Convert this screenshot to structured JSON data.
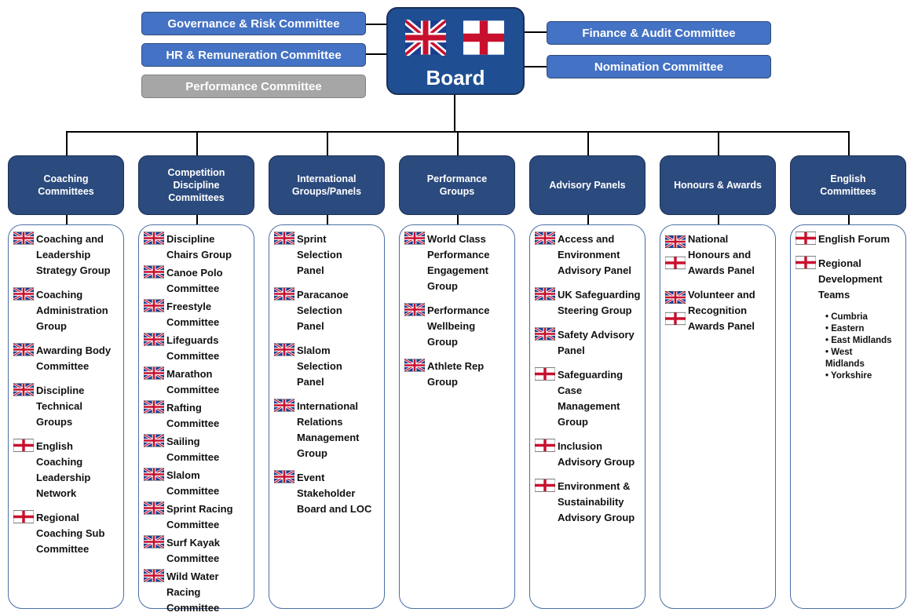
{
  "board": {
    "label": "Board"
  },
  "committees_left": [
    {
      "label": "Governance & Risk Committee",
      "style": "blue"
    },
    {
      "label": "HR & Remuneration Committee",
      "style": "blue"
    },
    {
      "label": "Performance Committee",
      "style": "grey"
    }
  ],
  "committees_right": [
    {
      "label": "Finance & Audit Committee",
      "style": "blue"
    },
    {
      "label": "Nomination Committee",
      "style": "blue"
    }
  ],
  "colors": {
    "pill_blue": "#4472c4",
    "pill_grey": "#a6a6a6",
    "board": "#1f4e93",
    "category": "#2b4a7e",
    "column_border": "#4a6fa5"
  },
  "columns": [
    {
      "title": "Coaching\nCommittees",
      "items": [
        {
          "flag": "uk",
          "text": "Coaching and\nLeadership\nStrategy Group"
        },
        {
          "flag": "uk",
          "text": "Coaching\nAdministration\nGroup"
        },
        {
          "flag": "uk",
          "text": "Awarding Body\nCommittee"
        },
        {
          "flag": "uk",
          "text": "Discipline\nTechnical\nGroups"
        },
        {
          "flag": "england",
          "text": "English\nCoaching\nLeadership\nNetwork"
        },
        {
          "flag": "england",
          "text": "Regional\nCoaching Sub\nCommittee"
        }
      ]
    },
    {
      "title": "Competition\nDiscipline\nCommittees",
      "items": [
        {
          "flag": "uk",
          "text": "Discipline\nChairs Group"
        },
        {
          "flag": "uk",
          "text": "Canoe Polo\nCommittee"
        },
        {
          "flag": "uk",
          "text": "Freestyle\nCommittee"
        },
        {
          "flag": "uk",
          "text": "Lifeguards\nCommittee"
        },
        {
          "flag": "uk",
          "text": "Marathon\nCommittee"
        },
        {
          "flag": "uk",
          "text": "Rafting\nCommittee"
        },
        {
          "flag": "uk",
          "text": "Sailing\nCommittee"
        },
        {
          "flag": "uk",
          "text": "Slalom\nCommittee"
        },
        {
          "flag": "uk",
          "text": "Sprint Racing\nCommittee"
        },
        {
          "flag": "uk",
          "text": "Surf Kayak\nCommittee"
        },
        {
          "flag": "uk",
          "text": "Wild Water\nRacing\nCommittee"
        }
      ]
    },
    {
      "title": "International\nGroups/Panels",
      "items": [
        {
          "flag": "uk",
          "text": "Sprint\nSelection\nPanel"
        },
        {
          "flag": "uk",
          "text": "Paracanoe\nSelection\nPanel"
        },
        {
          "flag": "uk",
          "text": "Slalom\nSelection\nPanel"
        },
        {
          "flag": "uk",
          "text": "International\nRelations\nManagement\nGroup"
        },
        {
          "flag": "uk",
          "text": "Event\nStakeholder\nBoard and LOC"
        }
      ]
    },
    {
      "title": "Performance\nGroups",
      "items": [
        {
          "flag": "uk",
          "text": "World Class\nPerformance\nEngagement\nGroup"
        },
        {
          "flag": "uk",
          "text": "Performance\nWellbeing\nGroup"
        },
        {
          "flag": "uk",
          "text": "Athlete Rep\nGroup"
        }
      ]
    },
    {
      "title": "Advisory Panels",
      "items": [
        {
          "flag": "uk",
          "text": "Access and\nEnvironment\nAdvisory Panel"
        },
        {
          "flag": "uk",
          "text": "UK Safeguarding\nSteering Group"
        },
        {
          "flag": "uk",
          "text": "Safety Advisory\nPanel"
        },
        {
          "flag": "england",
          "text": "Safeguarding\nCase\nManagement\nGroup"
        },
        {
          "flag": "england",
          "text": "Inclusion\nAdvisory Group"
        },
        {
          "flag": "england",
          "text": "Environment &\nSustainability\nAdvisory Group"
        }
      ]
    },
    {
      "title": "Honours & Awards",
      "items": [
        {
          "flag": "uk+england",
          "text": "National\nHonours and\nAwards Panel"
        },
        {
          "flag": "uk+england",
          "text": "Volunteer and\nRecognition\nAwards Panel"
        }
      ]
    },
    {
      "title": "English\nCommittees",
      "items": [
        {
          "flag": "england",
          "text": "English Forum"
        },
        {
          "flag": "england",
          "text": "Regional\nDevelopment\nTeams",
          "bullets": [
            "Cumbria",
            "Eastern",
            "East Midlands",
            "West\nMidlands",
            "Yorkshire"
          ]
        }
      ]
    }
  ]
}
